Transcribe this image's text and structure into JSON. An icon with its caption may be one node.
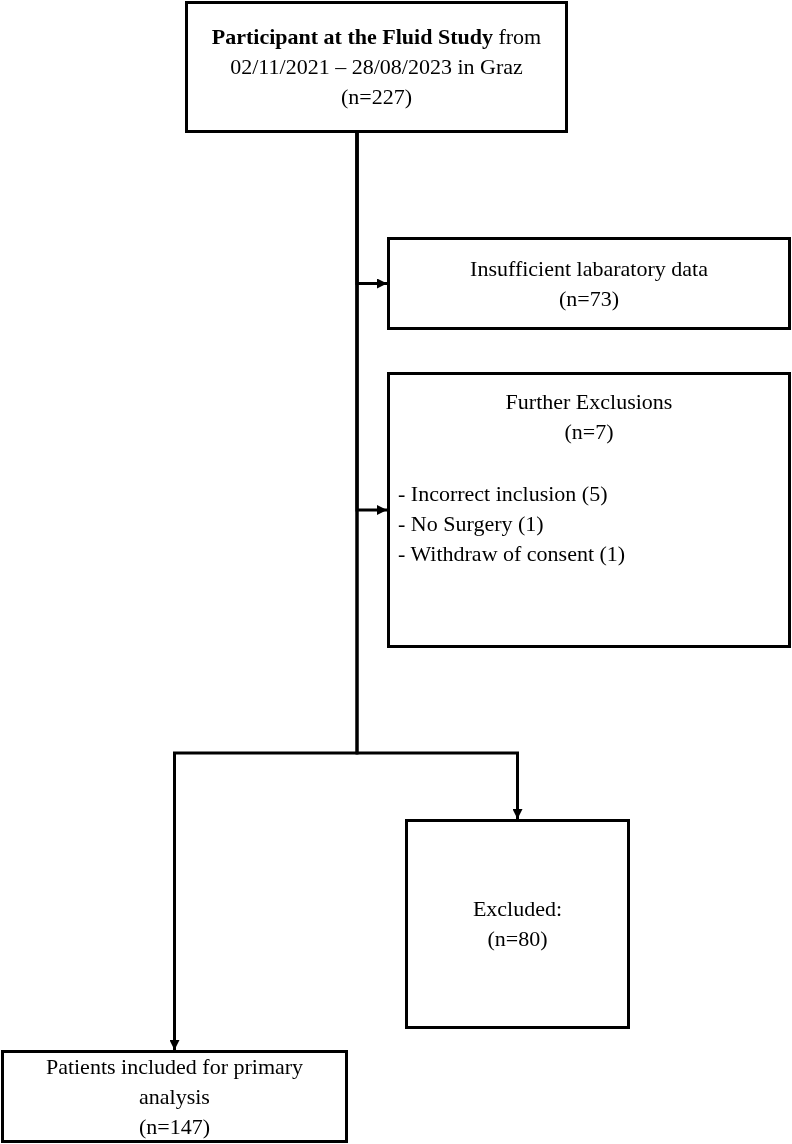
{
  "diagram": {
    "nodes": [
      {
        "text": [
          "**Participant at the Fluid Study** from 02/11/2021 – 28/08/2023 in Graz",
          "(n=227)"
        ]
      },
      {
        "text": [
          "Insufficient labaratory data",
          "(n=73)"
        ]
      },
      {
        "text": [
          "Further Exclusions",
          "(n=7)",
          "- Incorrect inclusion (5)",
          "- No Surgery (1)",
          "- Withdraw of consent (1)"
        ]
      },
      {
        "text": [
          "Excluded:",
          "(n=80)"
        ]
      },
      {
        "text": [
          "Patients included for primary analysis",
          "(n=147)"
        ]
      }
    ],
    "edges": [
      {
        "from": 0,
        "to": 1,
        "arrow": "to"
      },
      {
        "from": 0,
        "to": 2,
        "arrow": "to"
      },
      {
        "from": 0,
        "to": 3,
        "arrow": "to"
      },
      {
        "from": 0,
        "to": 4,
        "arrow": "to"
      }
    ]
  }
}
